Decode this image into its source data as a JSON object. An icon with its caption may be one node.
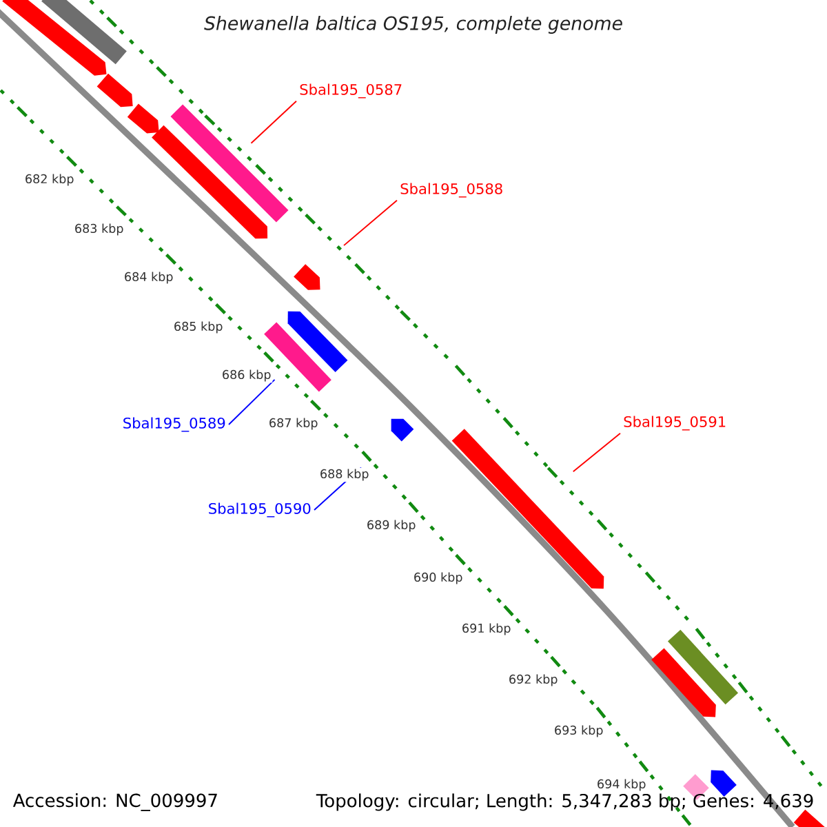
{
  "diagram": {
    "title": "Shewanella baltica OS195, complete genome",
    "nodes": [
      {
        "text": [
          "Sbal195_0587"
        ]
      },
      {
        "text": [
          "Sbal195_0588"
        ]
      },
      {
        "text": [
          "Sbal195_0589"
        ]
      },
      {
        "text": [
          "Sbal195_0590"
        ]
      },
      {
        "text": [
          "Sbal195_0591"
        ]
      },
      {
        "text": [],
        "shape": "bar"
      },
      {
        "text": [],
        "shape": "arrow"
      },
      {
        "text": [],
        "shape": "arrow"
      },
      {
        "text": [],
        "shape": "arrow"
      },
      {
        "text": [],
        "shape": "bar"
      },
      {
        "text": [],
        "shape": "arrow"
      },
      {
        "text": [],
        "shape": "arrow"
      },
      {
        "text": [],
        "shape": "arrow"
      },
      {
        "text": [],
        "shape": "bar"
      },
      {
        "text": [],
        "shape": "arrow"
      },
      {
        "text": [],
        "shape": "arrow"
      },
      {
        "text": [],
        "shape": "bar"
      },
      {
        "text": [],
        "shape": "arrow"
      },
      {
        "text": [],
        "shape": "bar"
      },
      {
        "text": [],
        "shape": "arrow"
      },
      {
        "text": [],
        "shape": "bar"
      }
    ],
    "edges": [
      {
        "from": 0,
        "to": 9,
        "arrow": "none"
      },
      {
        "from": 1,
        "to": 11,
        "arrow": "none"
      },
      {
        "from": 2,
        "to": 13,
        "arrow": "none",
        "color": "#0000ff"
      },
      {
        "from": 3,
        "to": 14,
        "arrow": "none",
        "color": "#0000ff"
      },
      {
        "from": 4,
        "to": 15,
        "arrow": "none"
      }
    ],
    "labels": [
      "682 kbp",
      "683 kbp",
      "684 kbp",
      "685 kbp",
      "686 kbp",
      "687 kbp",
      "688 kbp",
      "689 kbp",
      "690 kbp",
      "691 kbp",
      "692 kbp",
      "693 kbp",
      "694 kbp",
      "Accession: NC_009997",
      "Topology: circular; Length: 5,347,283 bp; Genes: 4,639"
    ]
  }
}
